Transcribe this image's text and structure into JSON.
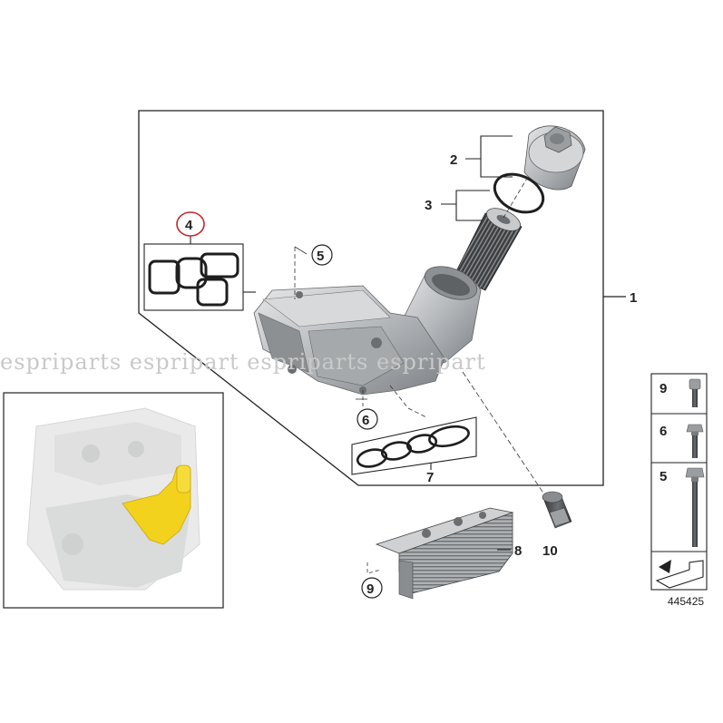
{
  "diagram": {
    "callouts": {
      "c1": "1",
      "c2": "2",
      "c3": "3",
      "c4": "4",
      "c5": "5",
      "c6": "6",
      "c7": "7",
      "c8": "8",
      "c9": "9",
      "c10": "10"
    },
    "fastener_panel": {
      "items": [
        {
          "label": "9"
        },
        {
          "label": "6"
        },
        {
          "label": "5"
        }
      ],
      "diagram_number": "445425"
    },
    "watermark": "espriparts espripart espriparts espripart"
  },
  "colors": {
    "line": "#222222",
    "highlight_ring": "#c0282d",
    "engine_highlight": "#f2d21c",
    "part_gray": "#b9bcbf"
  }
}
